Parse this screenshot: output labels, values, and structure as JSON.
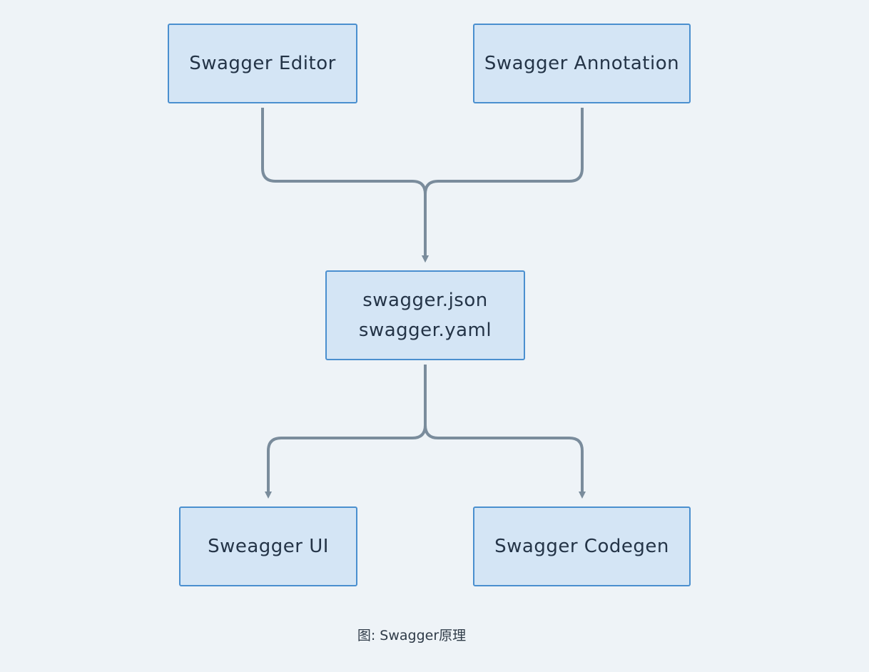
{
  "diagram": {
    "nodes": {
      "editor": "Swagger Editor",
      "annotation": "Swagger Annotation",
      "spec_line1": "swagger.json",
      "spec_line2": "swagger.yaml",
      "ui": "Sweagger UI",
      "codegen": "Swagger Codegen"
    },
    "edges": [
      {
        "from": "editor",
        "to": "spec"
      },
      {
        "from": "annotation",
        "to": "spec"
      },
      {
        "from": "spec",
        "to": "ui"
      },
      {
        "from": "spec",
        "to": "codegen"
      }
    ],
    "colors": {
      "background": "#eef3f7",
      "node_fill": "#d4e5f5",
      "node_border": "#4a8fcf",
      "edge": "#7a8c9c",
      "text": "#243447"
    }
  },
  "caption": "图: Swagger原理"
}
